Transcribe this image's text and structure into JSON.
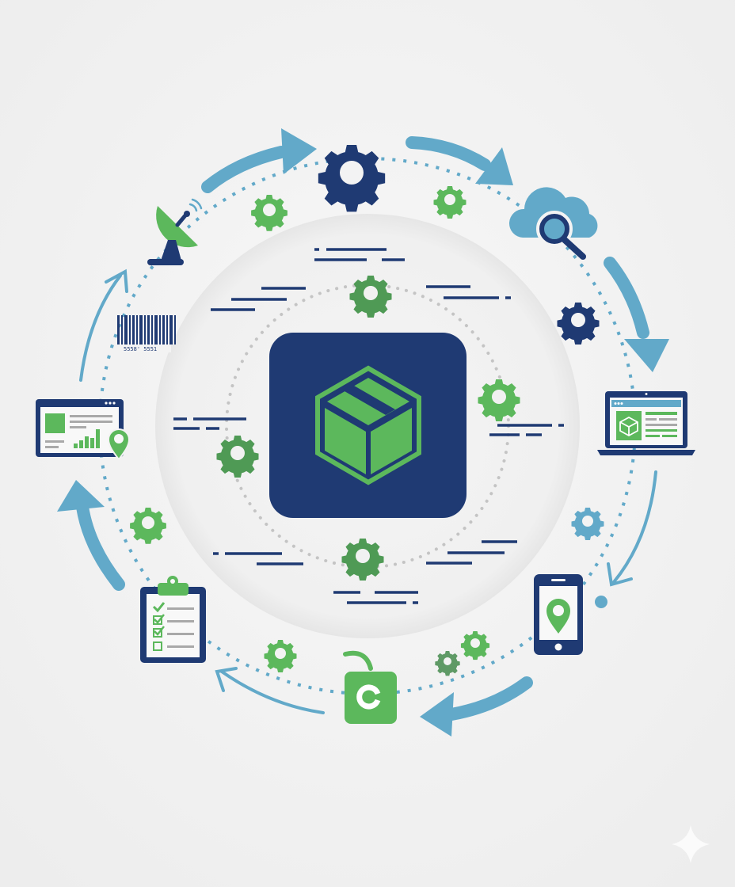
{
  "diagram": {
    "type": "circular-process-cycle",
    "theme": "logistics / package tracking lifecycle",
    "colors": {
      "background": "#f3f3f3",
      "navy": "#1f3a73",
      "green": "#5cb85c",
      "green_dark": "#4f9a55",
      "light_blue": "#62a9c9",
      "gray_line": "#b9b9b9",
      "inner_disc": "#efefef"
    },
    "center": {
      "icon": "package-box-icon",
      "tile_color": "#1f3a73",
      "box_color": "#5cb85c"
    },
    "cycle_nodes": [
      {
        "id": "settings",
        "icon": "gear-icon",
        "position": "top"
      },
      {
        "id": "cloud-search",
        "icon": "cloud-search-icon",
        "position": "top-right"
      },
      {
        "id": "laptop-product",
        "icon": "laptop-package-icon",
        "position": "right"
      },
      {
        "id": "mobile-location",
        "icon": "smartphone-location-icon",
        "position": "bottom-right"
      },
      {
        "id": "locker",
        "icon": "green-lock-icon",
        "position": "bottom"
      },
      {
        "id": "checklist",
        "icon": "clipboard-checklist-icon",
        "position": "bottom-left"
      },
      {
        "id": "dashboard-location",
        "icon": "browser-analytics-location-icon",
        "position": "left"
      },
      {
        "id": "barcode",
        "icon": "barcode-icon",
        "position": "upper-left"
      },
      {
        "id": "satellite",
        "icon": "satellite-dish-icon",
        "position": "top-left"
      }
    ],
    "barcode_text": "5558' 5551",
    "arrows": [
      {
        "id": "arrow-top-left",
        "direction": "clockwise",
        "style": "thick"
      },
      {
        "id": "arrow-top-right",
        "direction": "clockwise",
        "style": "thick"
      },
      {
        "id": "arrow-right",
        "direction": "clockwise",
        "style": "thick"
      },
      {
        "id": "arrow-right-lower",
        "direction": "clockwise",
        "style": "thin"
      },
      {
        "id": "arrow-bottom-right",
        "direction": "clockwise",
        "style": "thick"
      },
      {
        "id": "arrow-bottom-left",
        "direction": "clockwise",
        "style": "thin"
      },
      {
        "id": "arrow-left",
        "direction": "clockwise",
        "style": "thick"
      },
      {
        "id": "arrow-upper-left",
        "direction": "clockwise",
        "style": "thin"
      }
    ],
    "watermark": "sparkle-icon"
  }
}
